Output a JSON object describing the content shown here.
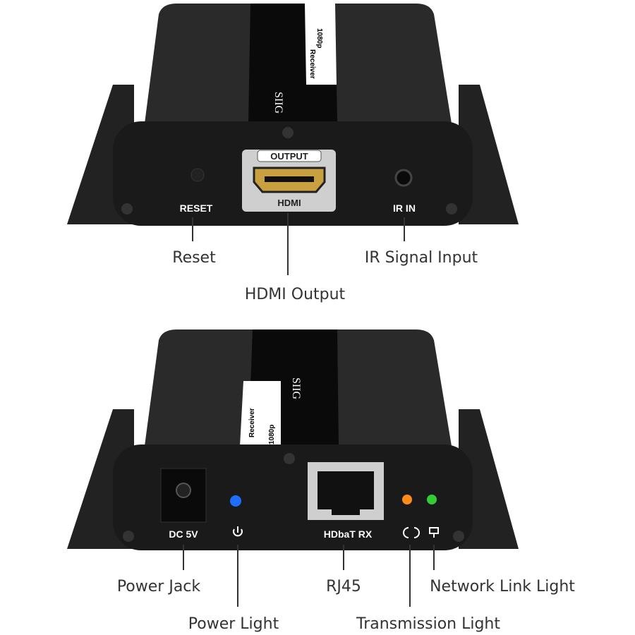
{
  "colors": {
    "device": "#1e1e1e",
    "panel": "#141414",
    "label_plate": "#cfcfcf",
    "power_led": "#1e6fff",
    "transmission_led": "#ff8c1a",
    "link_led": "#33cc33"
  },
  "top_device": {
    "brand": "SIIG",
    "stripe_text_1": "1080p",
    "stripe_text_2": "Receiver",
    "port_labels": {
      "reset": "RESET",
      "output": "OUTPUT",
      "hdmi": "HDMI",
      "ir_in": "IR IN"
    },
    "callouts": {
      "reset": "Reset",
      "hdmi": "HDMI Output",
      "ir": "IR Signal Input"
    }
  },
  "bottom_device": {
    "brand": "SIIG",
    "stripe_text_1": "1080p",
    "stripe_text_2": "Receiver",
    "port_labels": {
      "dc": "DC 5V",
      "hdbt": "HDbaT RX"
    },
    "icons": {
      "power": "power-icon",
      "transmission": "sync-icon",
      "link": "network-icon"
    },
    "callouts": {
      "power_jack": "Power Jack",
      "power_light": "Power Light",
      "rj45": "RJ45",
      "transmission": "Transmission Light",
      "network": "Network Link Light"
    }
  }
}
